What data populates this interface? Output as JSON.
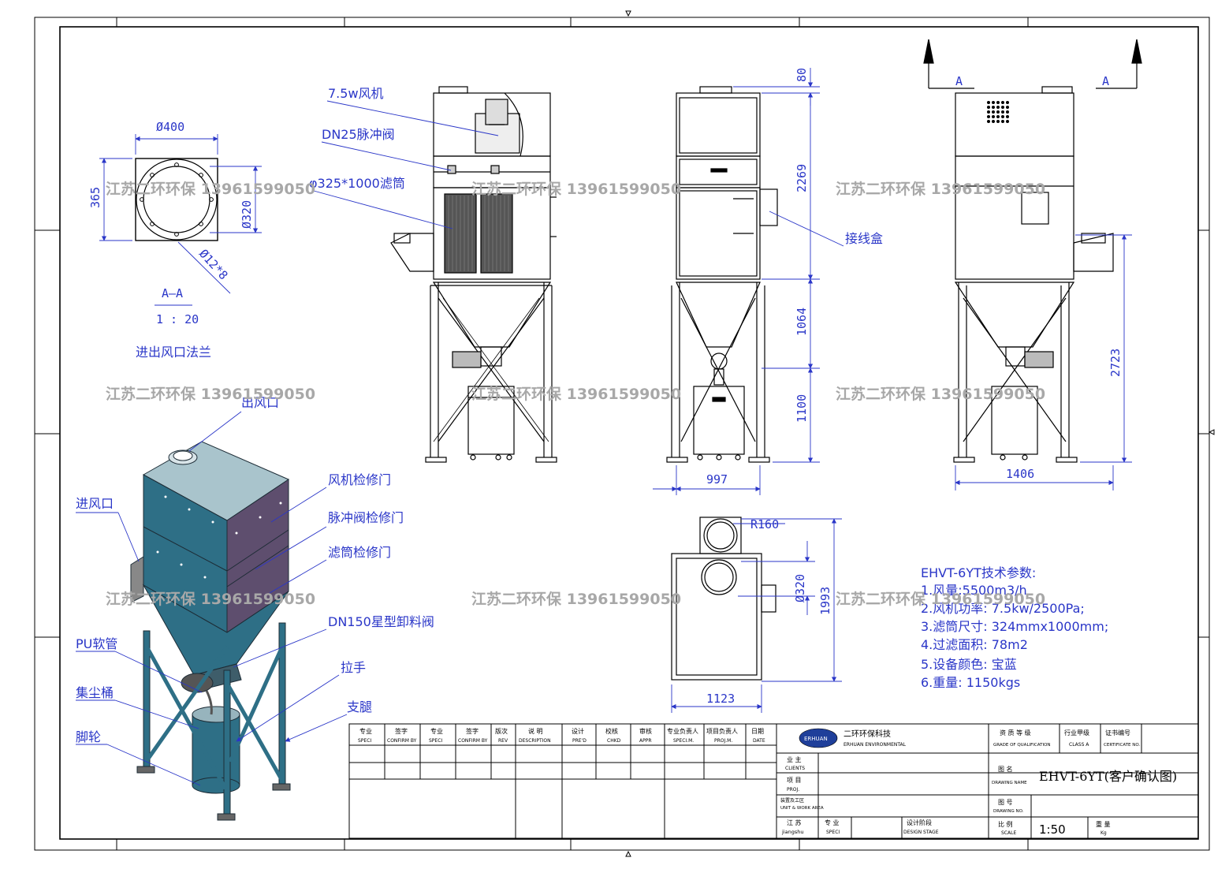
{
  "flange_view": {
    "dia_outer": "Ø400",
    "dia_inner": "Ø320",
    "height": "365",
    "holes": "Ø12*8",
    "section": "A—A",
    "scale": "1 : 20",
    "caption": "进出风口法兰"
  },
  "callouts": {
    "fan": "7.5w风机",
    "pulse_valve": "DN25脉冲阀",
    "filter": "φ325*1000滤筒",
    "junction_box": "接线盒",
    "outlet": "出风口",
    "inlet": "进风口",
    "fan_door": "风机检修门",
    "pulse_door": "脉冲阀检修门",
    "filter_door": "滤筒检修门",
    "star_valve": "DN150星型卸料阀",
    "pu_hose": "PU软管",
    "dust_bin": "集尘桶",
    "handle": "拉手",
    "leg": "支腿",
    "caster": "脚轮"
  },
  "dimensions": {
    "d80": "80",
    "d2269": "2269",
    "d1064": "1064",
    "d1100": "1100",
    "d997": "997",
    "d1406": "1406",
    "d2723": "2723",
    "r160": "R160",
    "d320": "Ø320",
    "d1993": "1993",
    "d1123": "1123"
  },
  "section_marks": {
    "left": "A",
    "right": "A"
  },
  "watermark": "江苏二环环保 13961599050",
  "specs": {
    "title": "EHVT-6YT技术参数:",
    "lines": [
      "1.风量:5500m3/h",
      "2.风机功率: 7.5kw/2500Pa;",
      "3.滤筒尺寸: 324mmx1000mm;",
      "4.过滤面积: 78m2",
      "5.设备颜色: 宝蓝",
      "6.重量: 1150kgs"
    ]
  },
  "title_block": {
    "headers": [
      {
        "cn": "专业",
        "en": "SPECI"
      },
      {
        "cn": "签字",
        "en": "CONFIRM BY"
      },
      {
        "cn": "专业",
        "en": "SPECI"
      },
      {
        "cn": "签字",
        "en": "CONFIRM BY"
      },
      {
        "cn": "版次",
        "en": "REV"
      },
      {
        "cn": "说 明",
        "en": "DESCRIPTION"
      },
      {
        "cn": "设计",
        "en": "PRE'D"
      },
      {
        "cn": "校核",
        "en": "CHKD"
      },
      {
        "cn": "审核",
        "en": "APPR"
      },
      {
        "cn": "专业负责人",
        "en": "SPECI.M."
      },
      {
        "cn": "项目负责人",
        "en": "PROJ.M."
      },
      {
        "cn": "日期",
        "en": "DATE"
      }
    ],
    "company_cn": "二环环保科技",
    "company_en": "ERHUAN ENVIRONMENTAL",
    "logo_text": "ERHUAN",
    "grade_cn": "资 质 等 级",
    "grade_en": "GRADE OF QUALIFICATION",
    "class_cn": "行业甲级",
    "class_en": "CLASS A",
    "cert_cn": "证书编号",
    "cert_en": "CERTIFICATE NO.",
    "client_cn": "业 主",
    "client_en": "CLIENTS",
    "proj_cn": "项 目",
    "proj_en": "PROJ.",
    "unit_cn": "装置及工区",
    "unit_en": "UNIT & WORK AREA",
    "place_cn": "江 苏",
    "place_en": "jiangshu",
    "speci_cn": "专 业",
    "speci_en": "SPECI",
    "stage_cn": "设计阶段",
    "stage_en": "DESIGN STAGE",
    "dname_cn": "图 名",
    "dname_en": "DRAWING NAME",
    "drawing_name": "EHVT-6YT(客户确认图)",
    "dno_cn": "图 号",
    "dno_en": "DRAWING NO.",
    "scale_cn": "比 例",
    "scale_en": "SCALE",
    "scale_value": "1:50",
    "weight_cn": "重 量",
    "weight_en": "Kg"
  },
  "colors": {
    "annotation": "#2a36c8",
    "body_blue": "#2e6f86",
    "door_purple": "#5e4e6e"
  }
}
